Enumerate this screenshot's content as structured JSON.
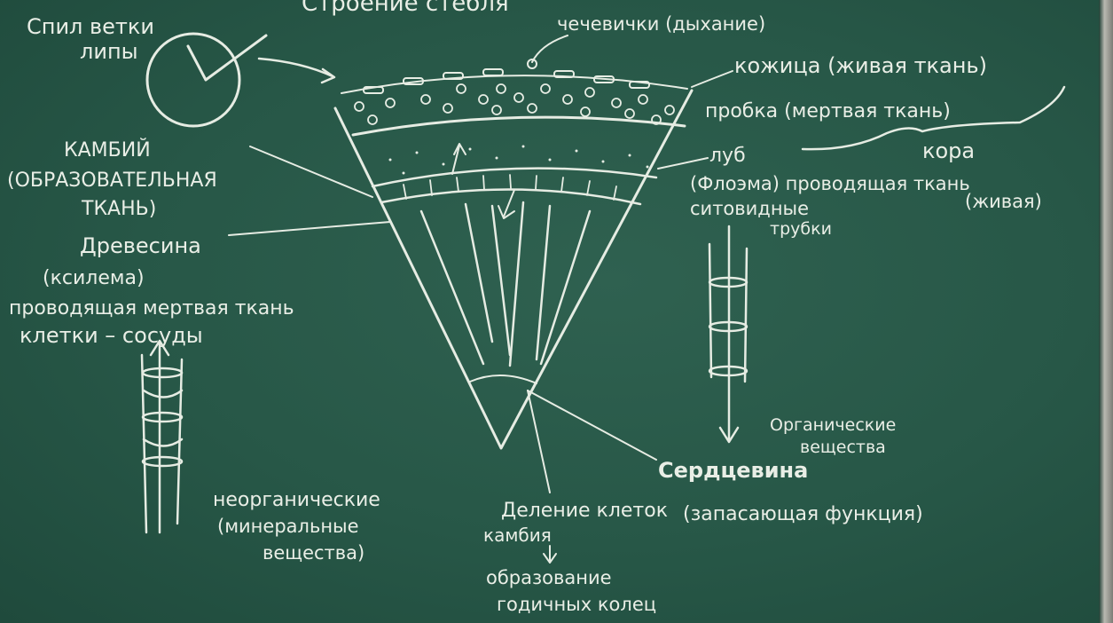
{
  "board": {
    "title_partial": "Строение стебля",
    "colors": {
      "board": "#275747",
      "chalk": "#e9eee6"
    },
    "labels": {
      "saw_cut": "Спил ветки",
      "linden": "липы",
      "lenticels": "чечевички (дыхание)",
      "skin": "кожица (живая ткань)",
      "cork": "пробка (мертвая ткань)",
      "bark": "кора",
      "cambium": "КАМБИЙ",
      "cambium_desc1": "(ОБРАЗОВАТЕЛЬНАЯ",
      "cambium_desc2": "ТКАНЬ)",
      "bast": "луб",
      "phloem": "(Флоэма) проводящая ткань",
      "living": "(живая)",
      "sieve1": "ситовидные",
      "sieve2": "трубки",
      "wood": "Древесина",
      "xylem": "(ксилема)",
      "dead_tissue": "проводящая мертвая ткань",
      "vessels": "клетки – сосуды",
      "organic1": "Органические",
      "organic2": "вещества",
      "pith": "Сердцевина",
      "storage": "(запасающая функция)",
      "inorganic1": "неорганические",
      "inorganic2": "(минеральные",
      "inorganic3": "вещества)",
      "division1": "Деление клеток",
      "division2": "камбия",
      "rings1": "образование",
      "rings2": "годичных колец"
    }
  }
}
